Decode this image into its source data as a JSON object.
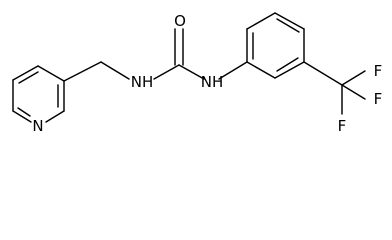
{
  "molecule": {
    "atoms": {
      "pyridine_n": "N",
      "urea_nh_left": "NH",
      "urea_o": "O",
      "urea_nh_right": "NH",
      "fluorine_1": "F",
      "fluorine_2": "F",
      "fluorine_3": "F"
    }
  }
}
